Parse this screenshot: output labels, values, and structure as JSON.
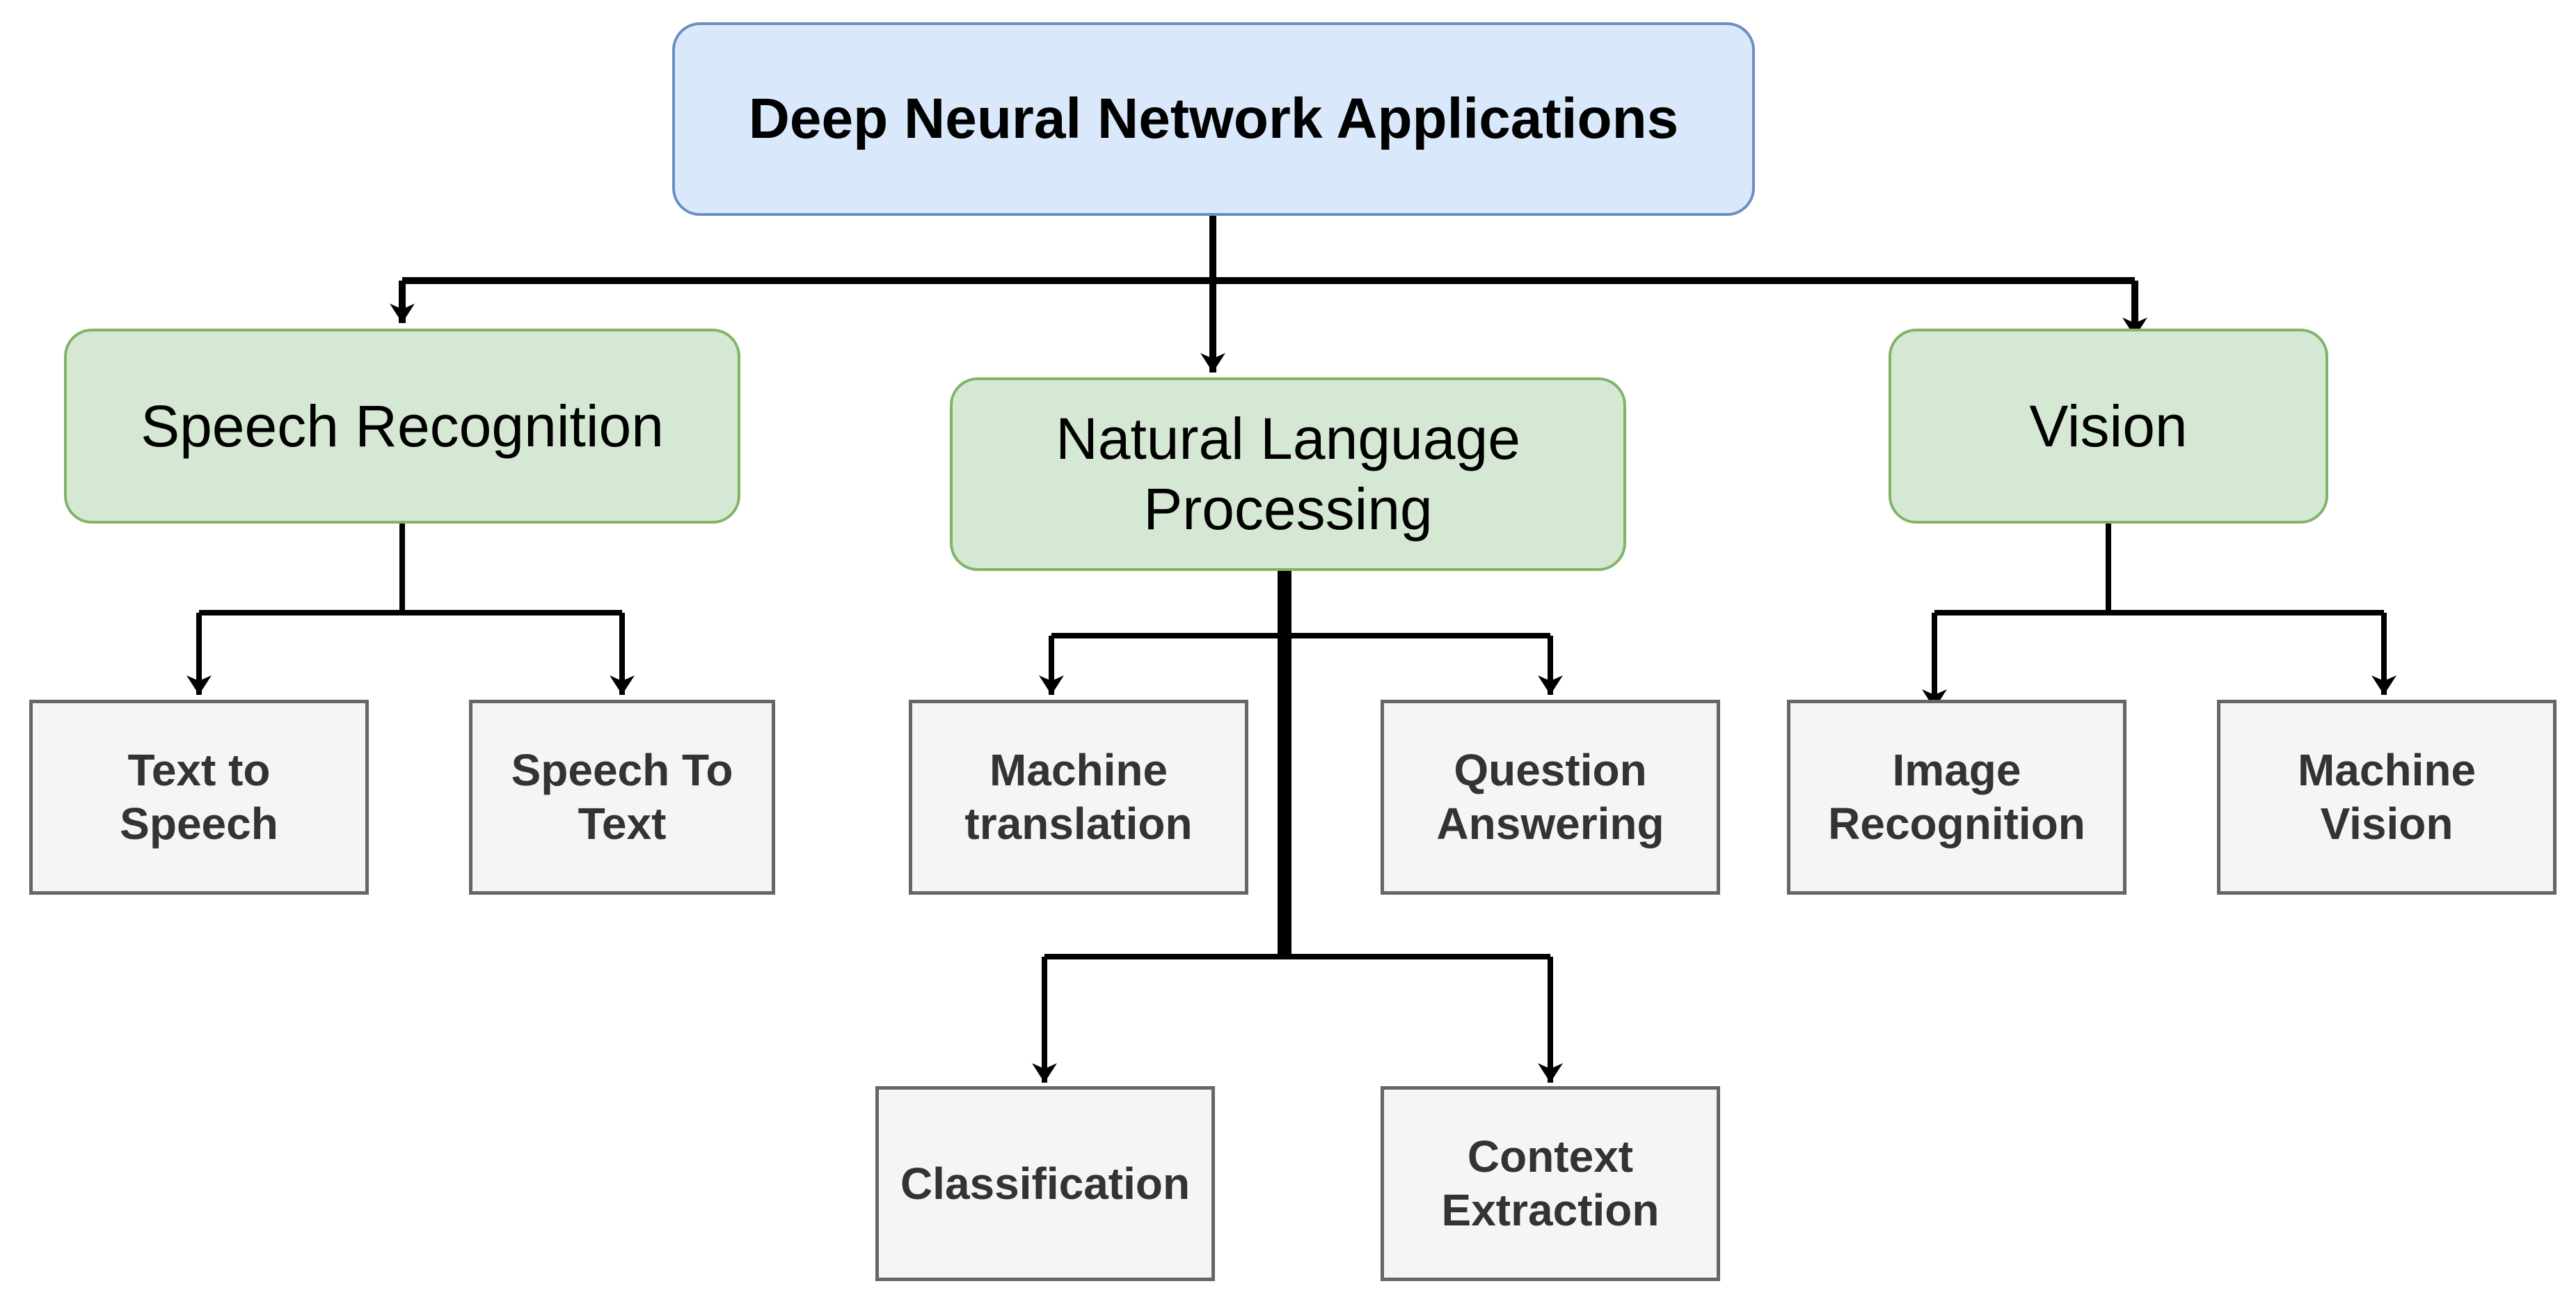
{
  "diagram": {
    "root": {
      "label": "Deep Neural Network Applications"
    },
    "categories": [
      {
        "id": "speech",
        "label": "Speech Recognition"
      },
      {
        "id": "nlp",
        "label": "Natural Language\nProcessing"
      },
      {
        "id": "vision",
        "label": "Vision"
      }
    ],
    "leaves": [
      {
        "id": "tts",
        "label": "Text to\nSpeech"
      },
      {
        "id": "stt",
        "label": "Speech To\nText"
      },
      {
        "id": "mt",
        "label": "Machine\ntranslation"
      },
      {
        "id": "qa",
        "label": "Question\nAnswering"
      },
      {
        "id": "ir",
        "label": "Image\nRecognition"
      },
      {
        "id": "mv",
        "label": "Machine\nVision"
      },
      {
        "id": "cls",
        "label": "Classification"
      },
      {
        "id": "ce",
        "label": "Context\nExtraction"
      }
    ],
    "colors": {
      "root_fill": "#dae8fc",
      "root_stroke": "#6c8ebf",
      "category_fill": "#d5e8d4",
      "category_stroke": "#82b366",
      "leaf_fill": "#f5f5f5",
      "leaf_stroke": "#666666",
      "connector": "#000000"
    }
  }
}
